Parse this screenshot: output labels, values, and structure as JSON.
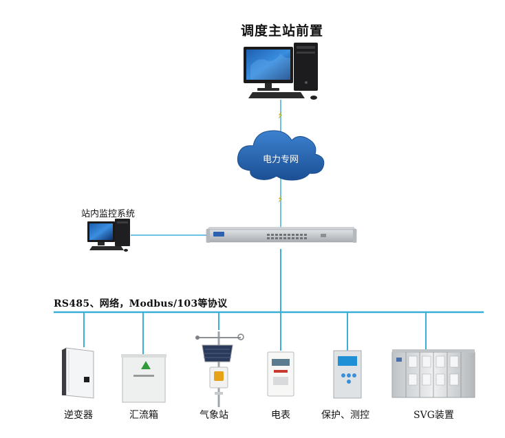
{
  "header": {
    "title": "调度主站前置"
  },
  "network": {
    "cloud_label": "电力专网"
  },
  "local_monitor": {
    "label": "站内监控系统"
  },
  "bus": {
    "protocol_label": "RS485、网络，Modbus/103等协议"
  },
  "devices": [
    {
      "label": "逆变器"
    },
    {
      "label": "汇流箱"
    },
    {
      "label": "气象站"
    },
    {
      "label": "电表"
    },
    {
      "label": "保护、测控"
    },
    {
      "label": "SVG装置"
    }
  ],
  "colors": {
    "link": "#3aaed8",
    "cloud": "#2c69b4",
    "bolt": "#e6d21b",
    "panel": "#c5c8cb"
  }
}
